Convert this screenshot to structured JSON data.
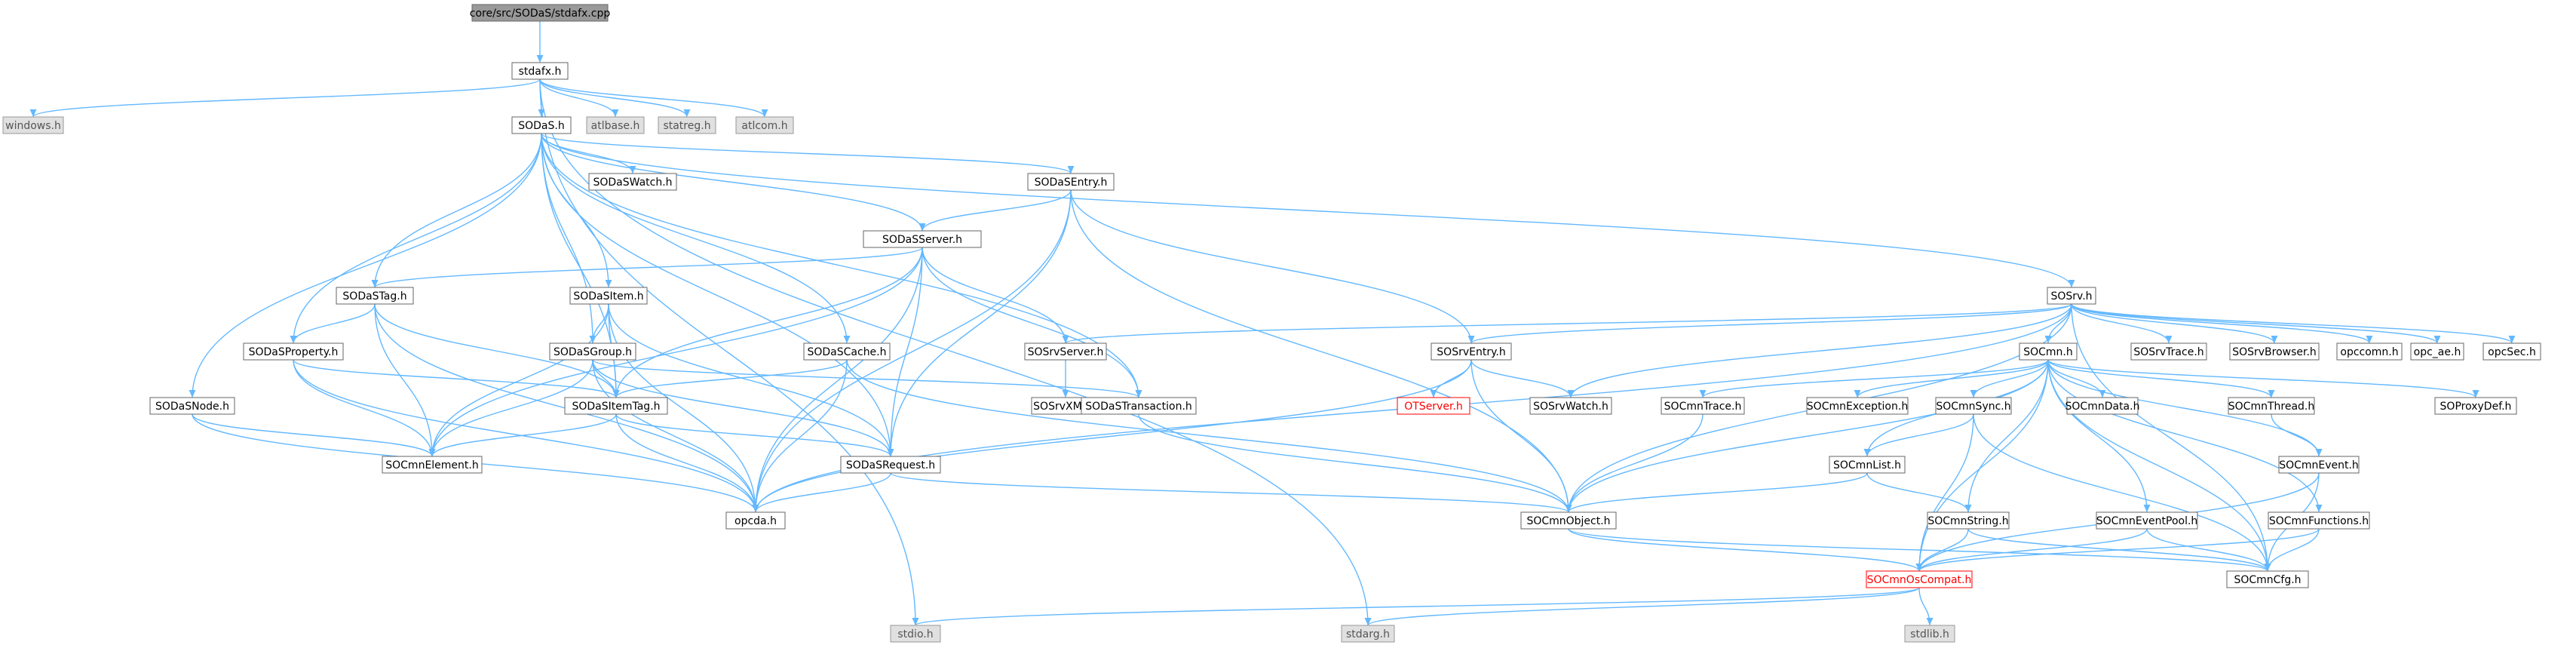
{
  "diagram": {
    "nodes": [
      {
        "id": "root",
        "label": "core/src/SODaS/stdafx.cpp",
        "kind": "root"
      },
      {
        "id": "stdafx",
        "label": "stdafx.h",
        "kind": "normal"
      },
      {
        "id": "windows",
        "label": "windows.h",
        "kind": "external"
      },
      {
        "id": "atlbase",
        "label": "atlbase.h",
        "kind": "external"
      },
      {
        "id": "statreg",
        "label": "statreg.h",
        "kind": "external"
      },
      {
        "id": "atlcom",
        "label": "atlcom.h",
        "kind": "external"
      },
      {
        "id": "sodas",
        "label": "SODaS.h",
        "kind": "normal"
      },
      {
        "id": "sodaswatch",
        "label": "SODaSWatch.h",
        "kind": "normal"
      },
      {
        "id": "sodasentry",
        "label": "SODaSEntry.h",
        "kind": "normal"
      },
      {
        "id": "sodasserver",
        "label": "SODaSServer.h",
        "kind": "normal"
      },
      {
        "id": "sodastag",
        "label": "SODaSTag.h",
        "kind": "normal"
      },
      {
        "id": "sodasitem",
        "label": "SODaSItem.h",
        "kind": "normal"
      },
      {
        "id": "sodasproperty",
        "label": "SODaSProperty.h",
        "kind": "normal"
      },
      {
        "id": "sodasgroup",
        "label": "SODaSGroup.h",
        "kind": "normal"
      },
      {
        "id": "sodascache",
        "label": "SODaSCache.h",
        "kind": "normal"
      },
      {
        "id": "sodasnode",
        "label": "SODaSNode.h",
        "kind": "normal"
      },
      {
        "id": "sodasitemtag",
        "label": "SODaSItemTag.h",
        "kind": "normal"
      },
      {
        "id": "socmnelement",
        "label": "SOCmnElement.h",
        "kind": "normal"
      },
      {
        "id": "sodasrequest",
        "label": "SODaSRequest.h",
        "kind": "normal"
      },
      {
        "id": "opcda",
        "label": "opcda.h",
        "kind": "normal"
      },
      {
        "id": "sosrvserver",
        "label": "SOSrvServer.h",
        "kind": "normal"
      },
      {
        "id": "sosrvxml",
        "label": "SOSrvXML.h",
        "kind": "normal"
      },
      {
        "id": "sodastransaction",
        "label": "SODaSTransaction.h",
        "kind": "normal"
      },
      {
        "id": "sosrventry",
        "label": "SOSrvEntry.h",
        "kind": "normal"
      },
      {
        "id": "otserver",
        "label": "OTServer.h",
        "kind": "highlight"
      },
      {
        "id": "sosrvwatch",
        "label": "SOSrvWatch.h",
        "kind": "normal"
      },
      {
        "id": "socmnobject",
        "label": "SOCmnObject.h",
        "kind": "normal"
      },
      {
        "id": "sosrv",
        "label": "SOSrv.h",
        "kind": "normal"
      },
      {
        "id": "socmn",
        "label": "SOCmn.h",
        "kind": "normal"
      },
      {
        "id": "sosrvtrace",
        "label": "SOSrvTrace.h",
        "kind": "normal"
      },
      {
        "id": "sosrvbrowser",
        "label": "SOSrvBrowser.h",
        "kind": "normal"
      },
      {
        "id": "opccomn",
        "label": "opccomn.h",
        "kind": "normal"
      },
      {
        "id": "opcae",
        "label": "opc_ae.h",
        "kind": "normal"
      },
      {
        "id": "opcsec",
        "label": "opcSec.h",
        "kind": "normal"
      },
      {
        "id": "socmntrace",
        "label": "SOCmnTrace.h",
        "kind": "normal"
      },
      {
        "id": "socmnexception",
        "label": "SOCmnException.h",
        "kind": "normal"
      },
      {
        "id": "socmnsync",
        "label": "SOCmnSync.h",
        "kind": "normal"
      },
      {
        "id": "socmndata",
        "label": "SOCmnData.h",
        "kind": "normal"
      },
      {
        "id": "socmnthread",
        "label": "SOCmnThread.h",
        "kind": "normal"
      },
      {
        "id": "soproxydef",
        "label": "SOProxyDef.h",
        "kind": "normal"
      },
      {
        "id": "socmnlist",
        "label": "SOCmnList.h",
        "kind": "normal"
      },
      {
        "id": "socmnevent",
        "label": "SOCmnEvent.h",
        "kind": "normal"
      },
      {
        "id": "socmnstring",
        "label": "SOCmnString.h",
        "kind": "normal"
      },
      {
        "id": "socmneventpool",
        "label": "SOCmnEventPool.h",
        "kind": "normal"
      },
      {
        "id": "socmnfunctions",
        "label": "SOCmnFunctions.h",
        "kind": "normal"
      },
      {
        "id": "socmnoscompat",
        "label": "SOCmnOsCompat.h",
        "kind": "highlight"
      },
      {
        "id": "socmncfg",
        "label": "SOCmnCfg.h",
        "kind": "normal"
      },
      {
        "id": "stdio",
        "label": "stdio.h",
        "kind": "external"
      },
      {
        "id": "stdarg",
        "label": "stdarg.h",
        "kind": "external"
      },
      {
        "id": "stdlib",
        "label": "stdlib.h",
        "kind": "external"
      }
    ],
    "edges": [
      [
        "root",
        "stdafx"
      ],
      [
        "stdafx",
        "windows"
      ],
      [
        "stdafx",
        "atlbase"
      ],
      [
        "stdafx",
        "statreg"
      ],
      [
        "stdafx",
        "atlcom"
      ],
      [
        "stdafx",
        "sodas"
      ],
      [
        "stdafx",
        "stdio"
      ],
      [
        "stdafx",
        "stdarg"
      ],
      [
        "sodas",
        "sodaswatch"
      ],
      [
        "sodas",
        "sodasentry"
      ],
      [
        "sodas",
        "sodasserver"
      ],
      [
        "sodas",
        "sodastag"
      ],
      [
        "sodas",
        "sodasitem"
      ],
      [
        "sodas",
        "sodasproperty"
      ],
      [
        "sodas",
        "sodasgroup"
      ],
      [
        "sodas",
        "sodascache"
      ],
      [
        "sodas",
        "sodasnode"
      ],
      [
        "sodas",
        "sodasitemtag"
      ],
      [
        "sodas",
        "sodasrequest"
      ],
      [
        "sodas",
        "sodastransaction"
      ],
      [
        "sodas",
        "sosrv"
      ],
      [
        "sodasentry",
        "sodasserver"
      ],
      [
        "sodasentry",
        "sosrventry"
      ],
      [
        "sodasentry",
        "opcda"
      ],
      [
        "sodasentry",
        "sodasrequest"
      ],
      [
        "sodasentry",
        "socmnobject"
      ],
      [
        "sodasserver",
        "sodastag"
      ],
      [
        "sodasserver",
        "sodasitemtag"
      ],
      [
        "sodasserver",
        "socmnelement"
      ],
      [
        "sodasserver",
        "sosrvserver"
      ],
      [
        "sodasserver",
        "sodastransaction"
      ],
      [
        "sodasserver",
        "sodasrequest"
      ],
      [
        "sodasserver",
        "opcda"
      ],
      [
        "sodastag",
        "sodasproperty"
      ],
      [
        "sodastag",
        "sodasitemtag"
      ],
      [
        "sodastag",
        "socmnelement"
      ],
      [
        "sodastag",
        "opcda"
      ],
      [
        "sodasitem",
        "sodasgroup"
      ],
      [
        "sodasitem",
        "sodasitemtag"
      ],
      [
        "sodasitem",
        "socmnelement"
      ],
      [
        "sodasitem",
        "sodasrequest"
      ],
      [
        "sodasitem",
        "opcda"
      ],
      [
        "sodasproperty",
        "sodasitemtag"
      ],
      [
        "sodasproperty",
        "socmnelement"
      ],
      [
        "sodasproperty",
        "opcda"
      ],
      [
        "sodasgroup",
        "sodasitemtag"
      ],
      [
        "sodasgroup",
        "socmnelement"
      ],
      [
        "sodasgroup",
        "sodasrequest"
      ],
      [
        "sodasgroup",
        "opcda"
      ],
      [
        "sodasgroup",
        "sodastransaction"
      ],
      [
        "sodascache",
        "sodasitemtag"
      ],
      [
        "sodascache",
        "opcda"
      ],
      [
        "sodascache",
        "socmnobject"
      ],
      [
        "sodasnode",
        "socmnelement"
      ],
      [
        "sodasnode",
        "opcda"
      ],
      [
        "sodasitemtag",
        "socmnelement"
      ],
      [
        "sodasitemtag",
        "sodasrequest"
      ],
      [
        "sodasitemtag",
        "opcda"
      ],
      [
        "sodasrequest",
        "opcda"
      ],
      [
        "sodasrequest",
        "socmnobject"
      ],
      [
        "sosrvserver",
        "sosrvxml"
      ],
      [
        "sodastransaction",
        "socmnobject"
      ],
      [
        "sosrventry",
        "otserver"
      ],
      [
        "sosrventry",
        "sosrvwatch"
      ],
      [
        "sosrventry",
        "socmnobject"
      ],
      [
        "sosrventry",
        "opcda"
      ],
      [
        "sosrv",
        "sosrvserver"
      ],
      [
        "sosrv",
        "sosrventry"
      ],
      [
        "sosrv",
        "sosrvwatch"
      ],
      [
        "sosrv",
        "socmn"
      ],
      [
        "sosrv",
        "sosrvtrace"
      ],
      [
        "sosrv",
        "sosrvbrowser"
      ],
      [
        "sosrv",
        "opccomn"
      ],
      [
        "sosrv",
        "opcae"
      ],
      [
        "sosrv",
        "opcsec"
      ],
      [
        "sosrv",
        "opcda"
      ],
      [
        "sosrv",
        "socmnobject"
      ],
      [
        "sosrv",
        "socmncfg"
      ],
      [
        "socmn",
        "socmntrace"
      ],
      [
        "socmn",
        "socmnexception"
      ],
      [
        "socmn",
        "socmnsync"
      ],
      [
        "socmn",
        "socmndata"
      ],
      [
        "socmn",
        "socmnthread"
      ],
      [
        "socmn",
        "soproxydef"
      ],
      [
        "socmn",
        "socmnlist"
      ],
      [
        "socmn",
        "socmnstring"
      ],
      [
        "socmn",
        "socmneventpool"
      ],
      [
        "socmn",
        "socmnfunctions"
      ],
      [
        "socmn",
        "socmnoscompat"
      ],
      [
        "socmn",
        "socmncfg"
      ],
      [
        "socmn",
        "socmnobject"
      ],
      [
        "socmn",
        "socmnevent"
      ],
      [
        "socmntrace",
        "socmnobject"
      ],
      [
        "socmnsync",
        "socmnlist"
      ],
      [
        "socmnsync",
        "socmnoscompat"
      ],
      [
        "socmnsync",
        "socmncfg"
      ],
      [
        "socmnthread",
        "socmnevent"
      ],
      [
        "socmnlist",
        "socmnstring"
      ],
      [
        "socmnlist",
        "socmnobject"
      ],
      [
        "socmnevent",
        "socmnoscompat"
      ],
      [
        "socmnevent",
        "socmncfg"
      ],
      [
        "socmnstring",
        "socmnoscompat"
      ],
      [
        "socmnstring",
        "socmncfg"
      ],
      [
        "socmneventpool",
        "socmnoscompat"
      ],
      [
        "socmneventpool",
        "socmncfg"
      ],
      [
        "socmnfunctions",
        "socmnoscompat"
      ],
      [
        "socmnfunctions",
        "socmncfg"
      ],
      [
        "socmnobject",
        "socmnoscompat"
      ],
      [
        "socmnobject",
        "socmncfg"
      ],
      [
        "socmnoscompat",
        "stdio"
      ],
      [
        "socmnoscompat",
        "stdarg"
      ],
      [
        "socmnoscompat",
        "stdlib"
      ]
    ]
  },
  "colors": {
    "edge": "#63b8ff",
    "root_fill": "#999999",
    "external_fill": "#e0e0e0",
    "highlight_border": "#ff0000"
  }
}
